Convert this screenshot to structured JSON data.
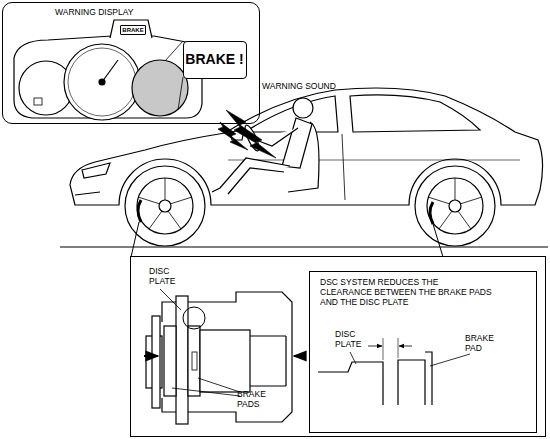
{
  "diagram": {
    "nodes": [
      {
        "text": [
          "WARNING DISPLAY"
        ]
      },
      {
        "text": [
          "BRAKE"
        ],
        "in": 0
      },
      {
        "text": [
          "BRAKE !"
        ],
        "in": 0
      },
      {
        "text": [
          "DISC PLATE",
          "BRAKE PADS"
        ]
      },
      {
        "text": [
          "DSC SYSTEM REDUCES THE CLEARANCE BETWEEN THE BRAKE PADS AND THE DISC PLATE",
          "DISC PLATE",
          "BRAKE PAD"
        ],
        "in": 3
      }
    ],
    "labels": [
      "WARNING SOUND"
    ]
  }
}
